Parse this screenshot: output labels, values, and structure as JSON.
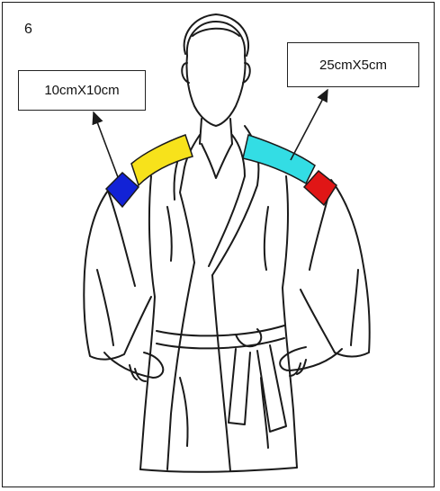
{
  "panel_number": "6",
  "labels": {
    "left": "10cmX10cm",
    "right": "25cmX5cm"
  },
  "colors": {
    "left_shoulder_strip": "#f7e21b",
    "left_shoulder_patch": "#1222d6",
    "right_shoulder_strip": "#33dde4",
    "right_shoulder_patch": "#e01616"
  }
}
